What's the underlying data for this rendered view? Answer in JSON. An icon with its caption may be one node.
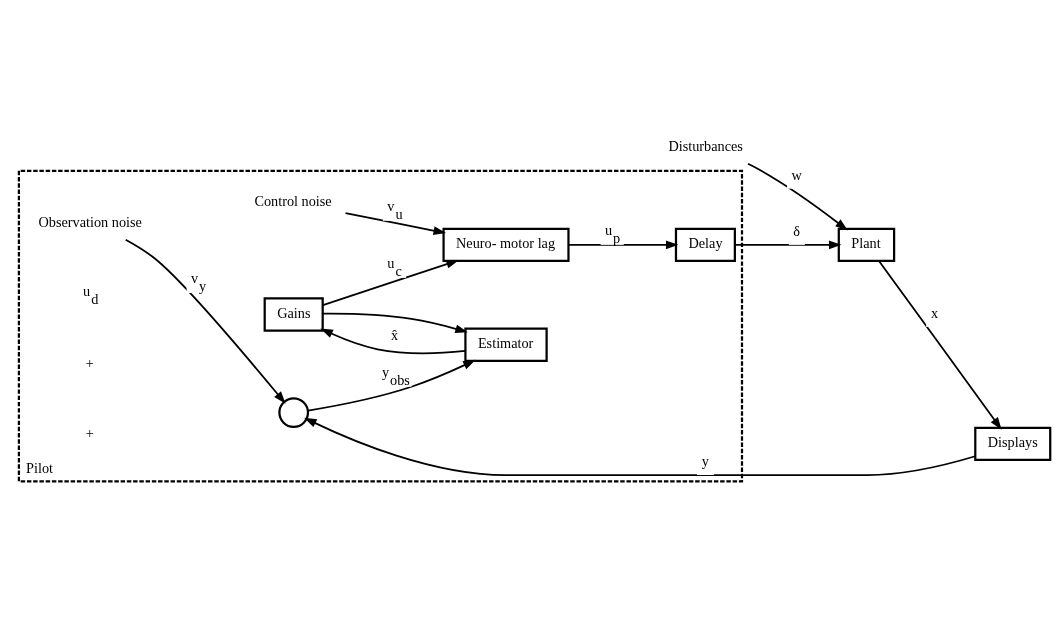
{
  "diagram": {
    "nodes": [
      {
        "text": [
          "Plant"
        ]
      },
      {
        "text": [
          "Displays"
        ]
      },
      {
        "text": [
          "Pilot"
        ]
      },
      {
        "text": [
          "Delay"
        ],
        "in": 2
      },
      {
        "text": [
          "Neuro- motor lag"
        ],
        "in": 2
      },
      {
        "text": [
          "Gains"
        ],
        "in": 2
      },
      {
        "text": [
          "Estimator"
        ],
        "in": 2
      },
      {
        "text": [],
        "shape": "circle",
        "in": 2
      },
      {
        "text": [
          "Disturbances"
        ]
      },
      {
        "text": [
          "Control noise"
        ],
        "in": 2
      },
      {
        "text": [
          "Observation noise"
        ],
        "in": 2
      }
    ],
    "edges": [
      {
        "from": 8,
        "to": 0,
        "arrow": "to",
        "label": "w"
      },
      {
        "from": 0,
        "to": 1,
        "arrow": "to",
        "label": "x"
      },
      {
        "from": 1,
        "to": 7,
        "arrow": "to",
        "label": "y"
      },
      {
        "from": 7,
        "to": 6,
        "arrow": "to",
        "label": "y$_{obs}$"
      },
      {
        "from": 10,
        "to": 7,
        "arrow": "to",
        "label": "v$_{y}$"
      },
      {
        "from": 6,
        "to": 5,
        "arrow": "to",
        "label": "x̂"
      },
      {
        "from": 5,
        "to": 4,
        "arrow": "to",
        "label": "u$_{c}$"
      },
      {
        "from": 5,
        "to": 6,
        "arrow": "to"
      },
      {
        "from": 9,
        "to": 4,
        "arrow": "to",
        "label": "v$_{u}$"
      },
      {
        "from": 4,
        "to": 3,
        "arrow": "to",
        "label": "u$_{p}$"
      },
      {
        "from": 3,
        "to": 0,
        "arrow": "to",
        "label": "δ"
      }
    ],
    "labels": [
      "u$_{d}$",
      "+",
      "+"
    ]
  }
}
